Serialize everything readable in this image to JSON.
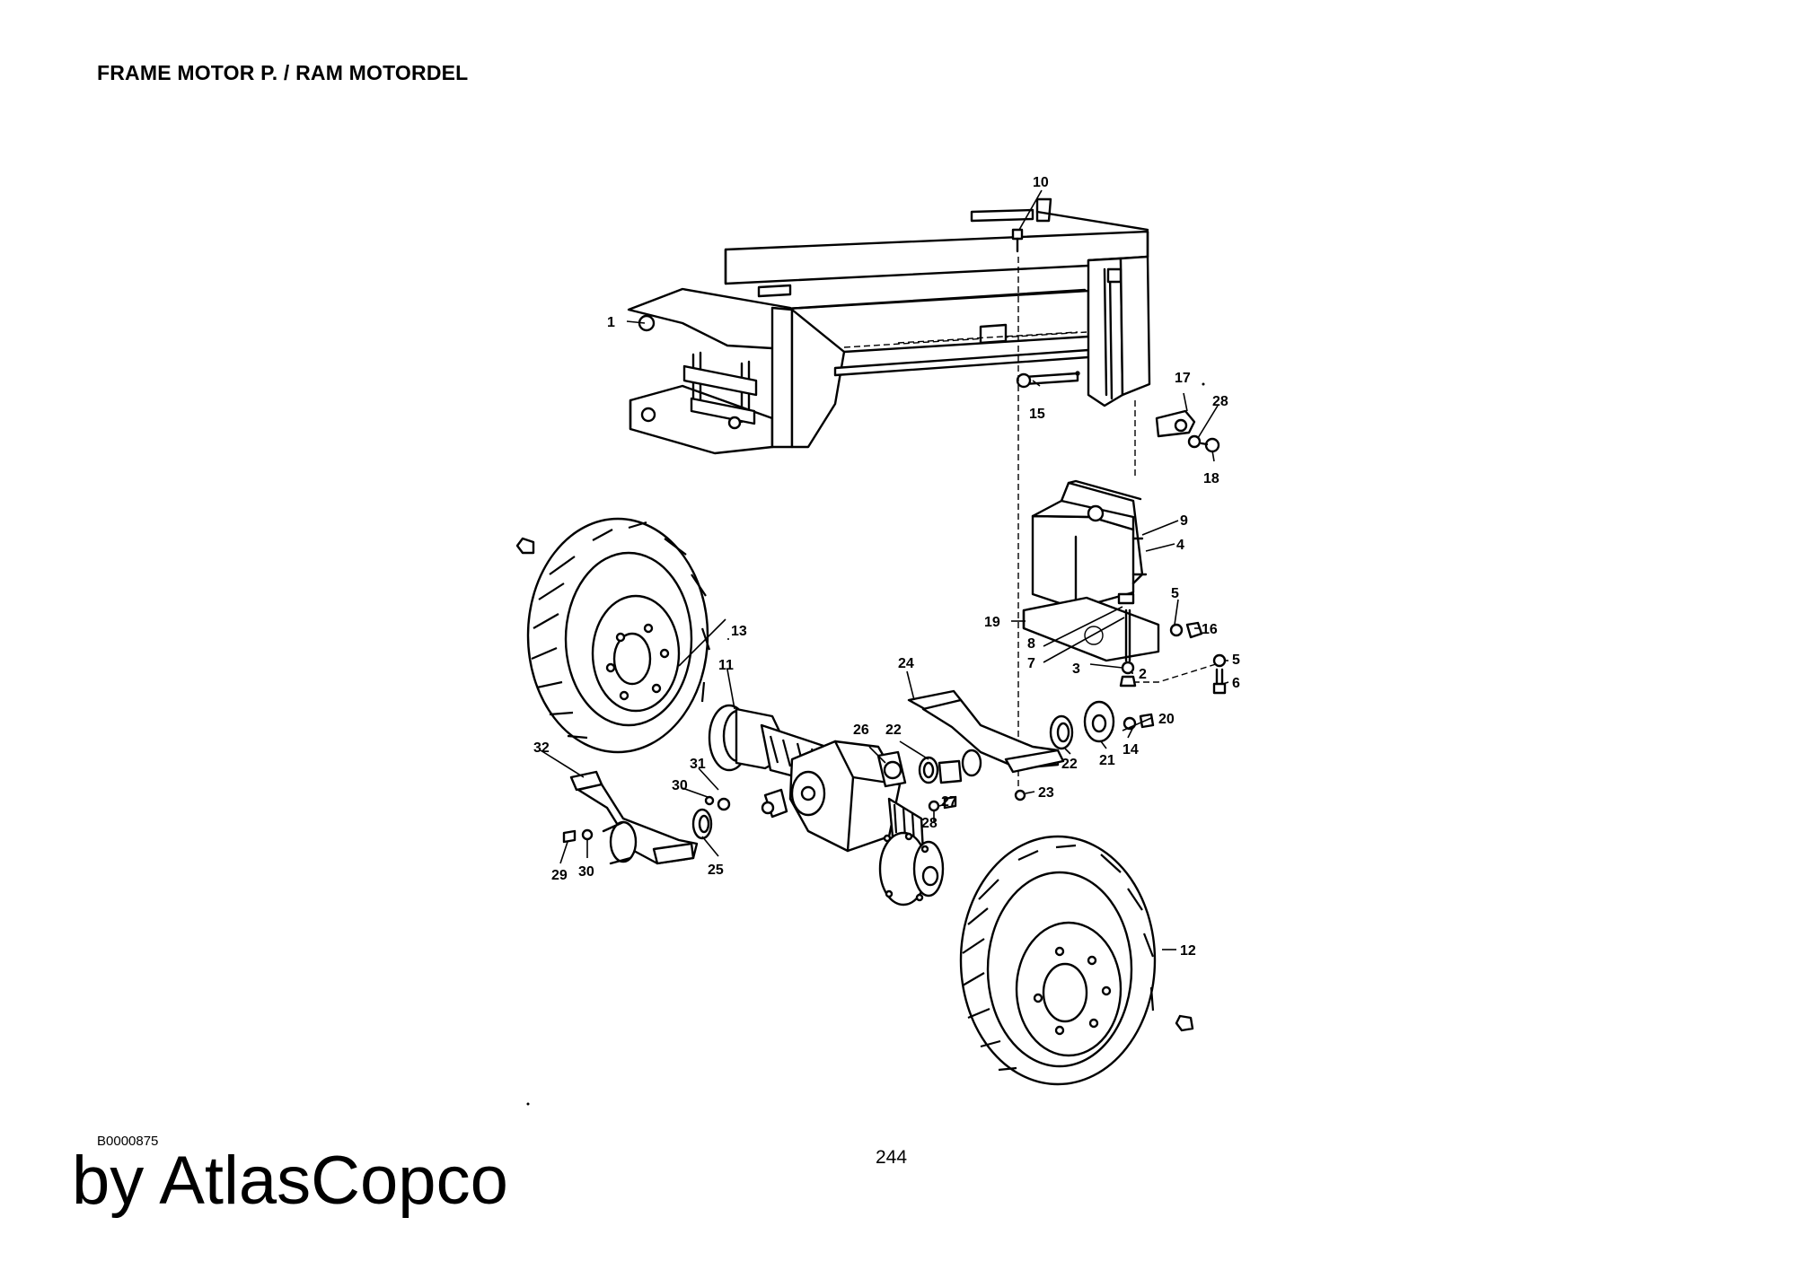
{
  "header": {
    "title": "FRAME MOTOR P. / RAM MOTORDEL"
  },
  "footer": {
    "drawing_code": "B0000875",
    "page_number": "244",
    "brand": "by AtlasCopco"
  },
  "callouts": {
    "c1": "1",
    "c2": "2",
    "c3": "3",
    "c4": "4",
    "c5a": "5",
    "c5b": "5",
    "c6": "6",
    "c7": "7",
    "c8": "8",
    "c9": "9",
    "c10": "10",
    "c11": "11",
    "c12": "12",
    "c13": "13",
    "c14": "14",
    "c15": "15",
    "c16": "16",
    "c17": "17",
    "c18": "18",
    "c19": "19",
    "c20": "20",
    "c21": "21",
    "c22a": "22",
    "c22b": "22",
    "c23": "23",
    "c24": "24",
    "c25": "25",
    "c26": "26",
    "c27": "27",
    "c28a": "28",
    "c28b": "28",
    "c29": "29",
    "c30a": "30",
    "c30b": "30",
    "c31": "31",
    "c32": "32"
  }
}
